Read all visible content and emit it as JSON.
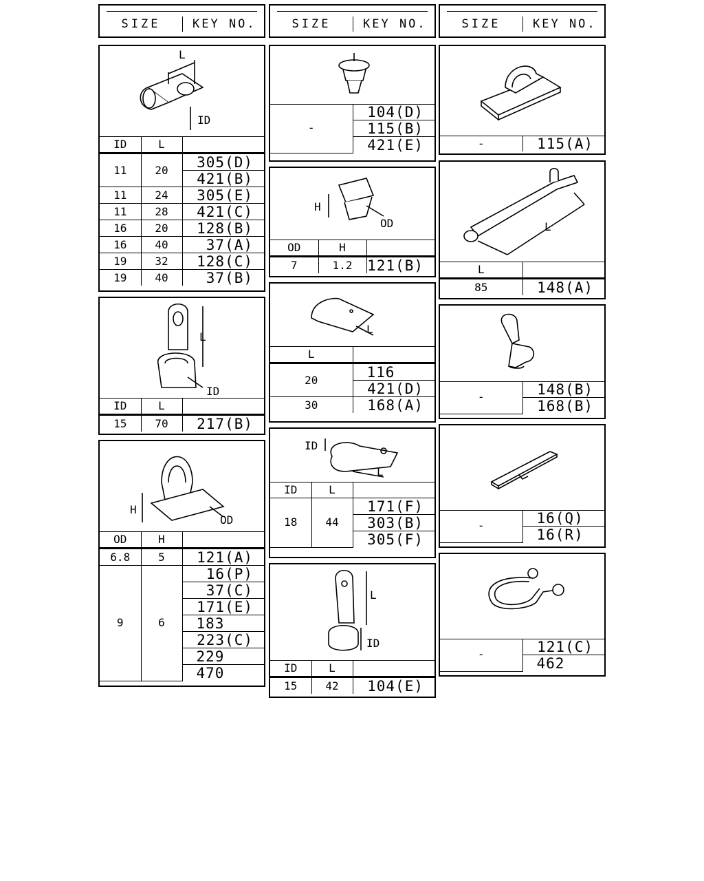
{
  "header": {
    "size": "SIZE",
    "key_no": "KEY NO."
  },
  "clip_a": {
    "dim_l": "L",
    "dim_id": "ID",
    "cols": [
      "ID",
      "L"
    ],
    "rows": [
      [
        "11",
        "20",
        "305(D)"
      ],
      [
        "",
        "",
        "421(B)"
      ],
      [
        "11",
        "24",
        "305(E)"
      ],
      [
        "11",
        "28",
        "421(C)"
      ],
      [
        "16",
        "20",
        "128(B)"
      ],
      [
        "16",
        "40",
        "37(A)"
      ],
      [
        "19",
        "32",
        "128(C)"
      ],
      [
        "19",
        "40",
        "37(B)"
      ]
    ]
  },
  "clip_b": {
    "dim_l": "L",
    "dim_id": "ID",
    "cols": [
      "ID",
      "L"
    ],
    "row": [
      "15",
      "70",
      "217(B)"
    ]
  },
  "clip_c": {
    "dim_h": "H",
    "dim_od": "OD",
    "cols": [
      "OD",
      "H"
    ],
    "row1": [
      "6.8",
      "5",
      "121(A)"
    ],
    "id2": "9",
    "h2": "6",
    "keys2": [
      "16(P)",
      "37(C)",
      "171(E)",
      "183",
      "223(C)",
      "229",
      "470"
    ]
  },
  "clip_d": {
    "size": "-",
    "keys": [
      "104(D)",
      "115(B)",
      "421(E)"
    ]
  },
  "clip_e": {
    "dim_h": "H",
    "dim_od": "OD",
    "cols": [
      "OD",
      "H"
    ],
    "row": [
      "7",
      "1.2",
      "121(B)"
    ]
  },
  "clip_f": {
    "dim_l": "L",
    "cols": [
      "L"
    ],
    "l1": "20",
    "keys1": [
      "116",
      "421(D)"
    ],
    "row2": [
      "30",
      "168(A)"
    ]
  },
  "clip_g": {
    "dim_id": "ID",
    "dim_l": "L",
    "cols": [
      "ID",
      "L"
    ],
    "id": "18",
    "l": "44",
    "keys": [
      "171(F)",
      "303(B)",
      "305(F)"
    ]
  },
  "clip_h": {
    "dim_l": "L",
    "dim_id": "ID",
    "cols": [
      "ID",
      "L"
    ],
    "row": [
      "15",
      "42",
      "104(E)"
    ]
  },
  "clip_i": {
    "size": "-",
    "key": "115(A)"
  },
  "clip_j": {
    "dim_l": "L",
    "cols": [
      "L"
    ],
    "row": [
      "85",
      "148(A)"
    ]
  },
  "clip_k": {
    "size": "-",
    "keys": [
      "148(B)",
      "168(B)"
    ]
  },
  "clip_l": {
    "size": "-",
    "keys": [
      "16(Q)",
      "16(R)"
    ]
  },
  "clip_m": {
    "size": "-",
    "keys": [
      "121(C)",
      "462"
    ]
  }
}
